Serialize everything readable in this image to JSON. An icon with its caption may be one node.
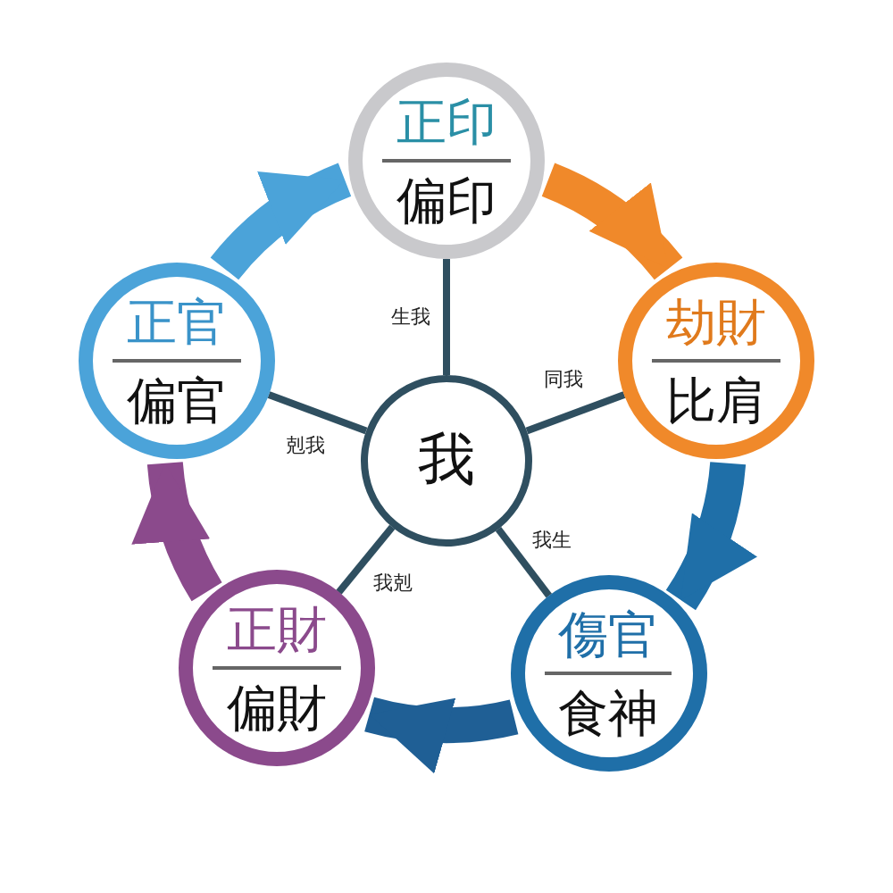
{
  "diagram": {
    "nodes": [
      {
        "text": [
          "我"
        ]
      },
      {
        "text": [
          "正印",
          "偏印"
        ]
      },
      {
        "text": [
          "劫財",
          "比肩"
        ]
      },
      {
        "text": [
          "傷官",
          "食神"
        ]
      },
      {
        "text": [
          "正財",
          "偏財"
        ]
      },
      {
        "text": [
          "正官",
          "偏官"
        ]
      }
    ],
    "edges": [
      {
        "from": 0,
        "to": 1,
        "arrow": "none",
        "label": "生我"
      },
      {
        "from": 0,
        "to": 2,
        "arrow": "none",
        "label": "同我"
      },
      {
        "from": 0,
        "to": 3,
        "arrow": "none",
        "label": "我生"
      },
      {
        "from": 0,
        "to": 4,
        "arrow": "none",
        "label": "我剋"
      },
      {
        "from": 0,
        "to": 5,
        "arrow": "none",
        "label": "剋我"
      },
      {
        "from": 5,
        "to": 1,
        "arrow": "to",
        "style": "thick",
        "color": "#4ba3d9"
      },
      {
        "from": 1,
        "to": 2,
        "arrow": "to",
        "style": "thick",
        "color": "#f0892a"
      },
      {
        "from": 2,
        "to": 3,
        "arrow": "to",
        "style": "thick",
        "color": "#1f6fa8"
      },
      {
        "from": 3,
        "to": 4,
        "arrow": "to",
        "style": "thick",
        "color": "#1f5f95"
      },
      {
        "from": 4,
        "to": 5,
        "arrow": "to",
        "style": "thick",
        "color": "#8b4a8c"
      }
    ]
  }
}
